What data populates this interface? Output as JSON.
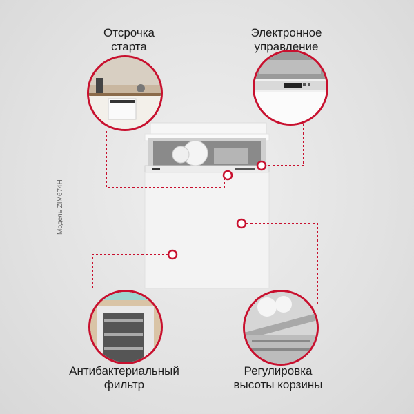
{
  "features": {
    "delay_start": "Отсрочка\nстарта",
    "electronic_control": "Электронное\nуправление",
    "antibacterial_filter": "Антибактериальный\nфильтр",
    "basket_height": "Регулировка\nвысоты корзины"
  },
  "model_label": "Модель ZIM674H",
  "colors": {
    "accent": "#c8102e",
    "background": "#e3e3e3",
    "appliance": "#f4f4f4"
  }
}
